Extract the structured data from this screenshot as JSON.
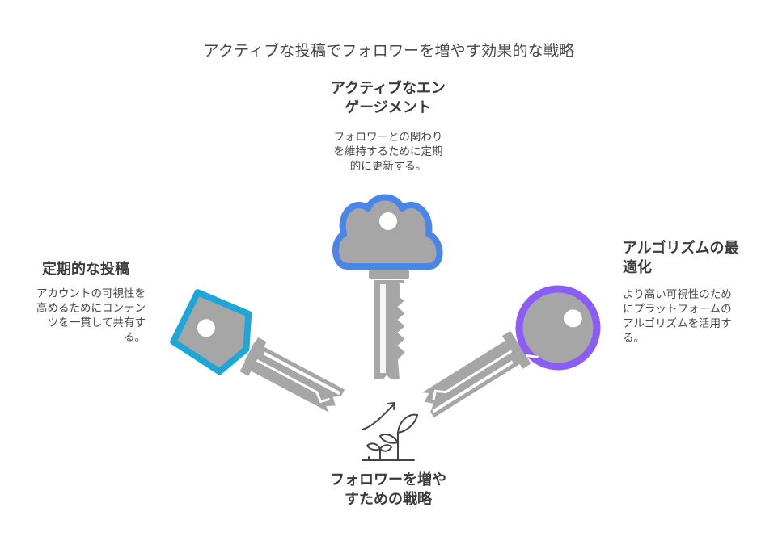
{
  "title": "アクティブな投稿でフォロワーを増やす効果的な戦略",
  "items": [
    {
      "heading": "アクティブなエン\nゲージメント",
      "description": "フォロワーとの関わり\nを維持するために定期\n的に更新する。",
      "color": "#4a86e8"
    },
    {
      "heading": "定期的な投稿",
      "description": "アカウントの可視性を\n高めるためにコンテン\nツを一貫して共有す\nる。",
      "color": "#1ea7d6"
    },
    {
      "heading": "アルゴリズムの最\n適化",
      "description": "より高い可視性のため\nにプラットフォームの\nアルゴリズムを活用す\nる。",
      "color": "#8b5cf6"
    }
  ],
  "center": {
    "heading": "フォロワーを増や\nすための戦略",
    "icon": "growing-plant-icon"
  },
  "colors": {
    "key_body": "#a6a6a6",
    "key_outline": "#ffffff"
  }
}
